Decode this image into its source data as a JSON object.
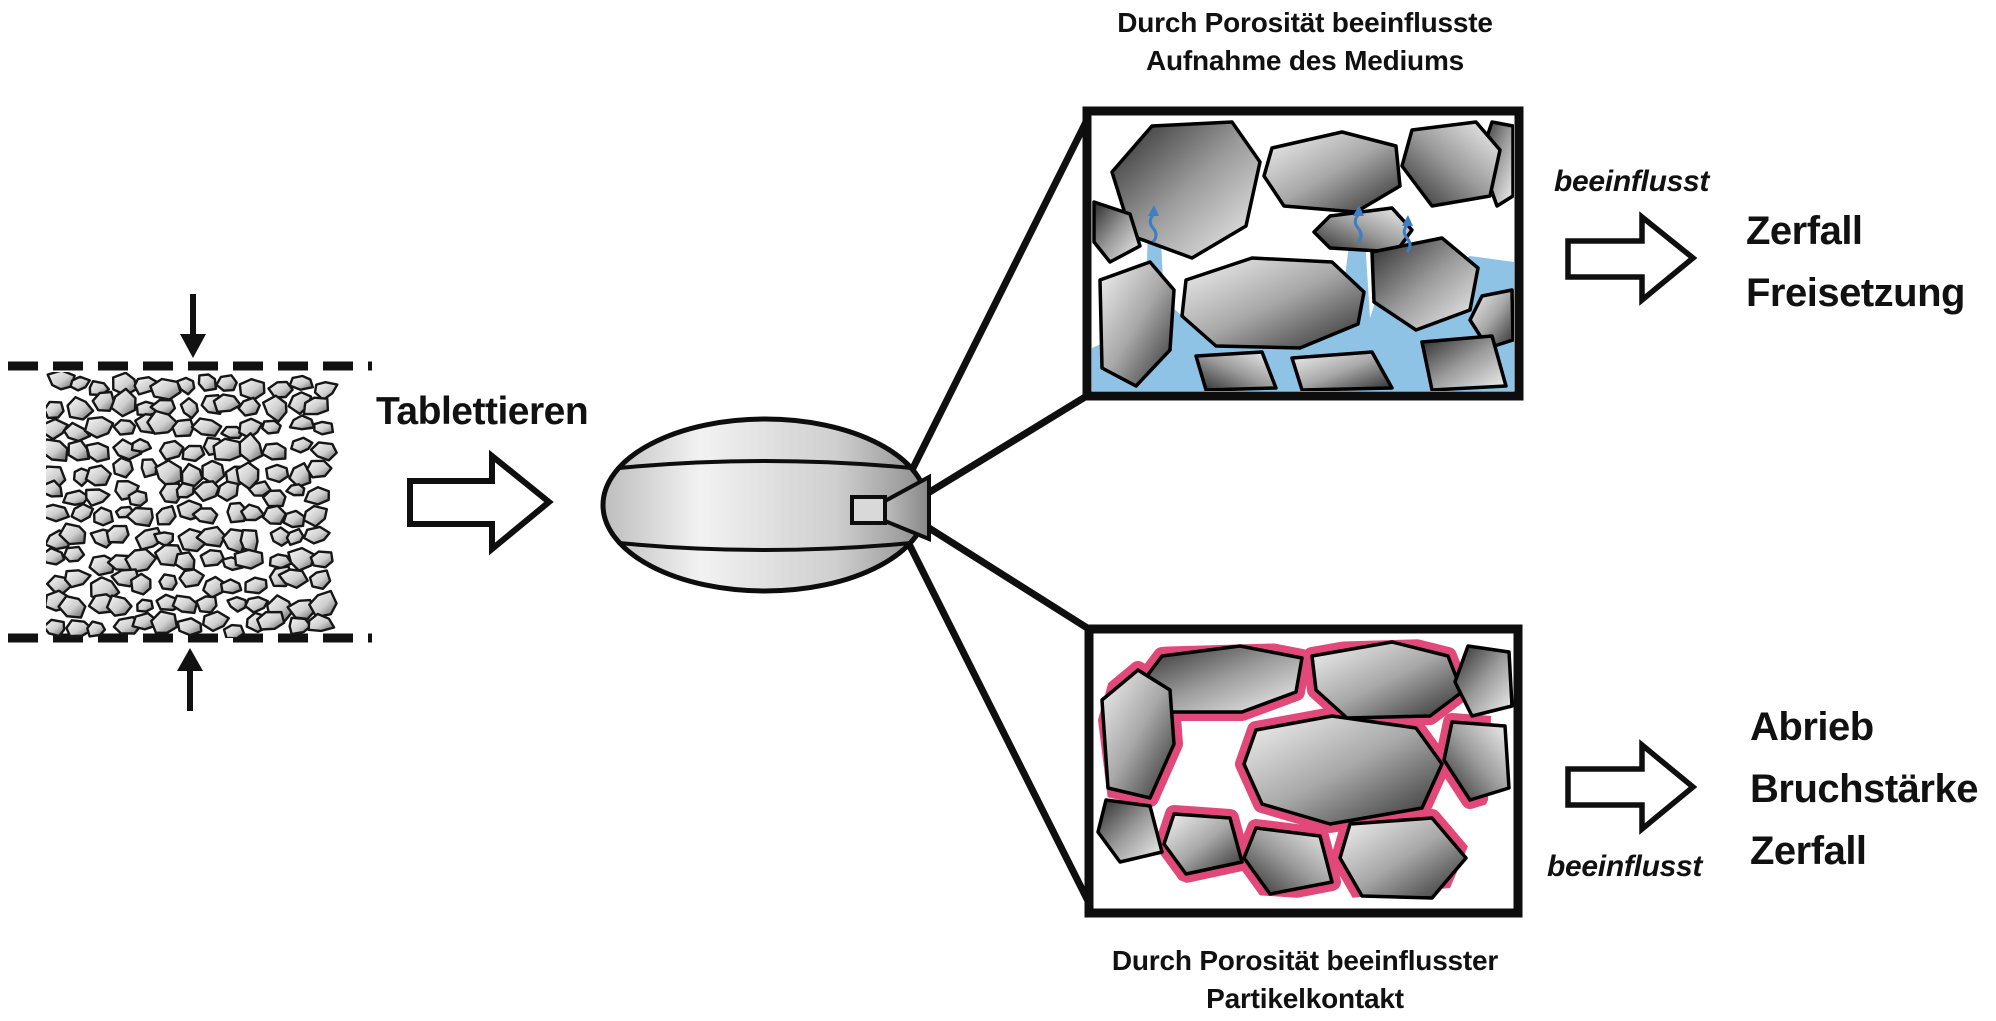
{
  "diagram_title": "",
  "process": {
    "label": "Tablettieren"
  },
  "top_branch": {
    "caption_line1": "Durch Porosität beeinflusste",
    "caption_line2": "Aufnahme des Mediums",
    "influence_label": "beeinflusst",
    "outcomes": [
      "Zerfall",
      "Freisetzung"
    ]
  },
  "bottom_branch": {
    "caption_line1": "Durch Porosität beeinflusster",
    "caption_line2": "Partikelkontakt",
    "influence_label": "beeinflusst",
    "outcomes": [
      "Abrieb",
      "Bruchstärke",
      "Zerfall"
    ]
  },
  "icons": {
    "process_arrow": "hollow-block-arrow-right",
    "influence_arrow_top": "hollow-block-arrow-right",
    "influence_arrow_bottom": "hollow-block-arrow-right",
    "compression_arrow_top": "solid-arrow-down",
    "compression_arrow_bottom": "solid-arrow-up"
  },
  "colors": {
    "liquid_blue": "#8FC3E6",
    "squiggle_blue": "#3E7EC1",
    "bond_pink": "#E2497B",
    "ink": "#111111"
  }
}
